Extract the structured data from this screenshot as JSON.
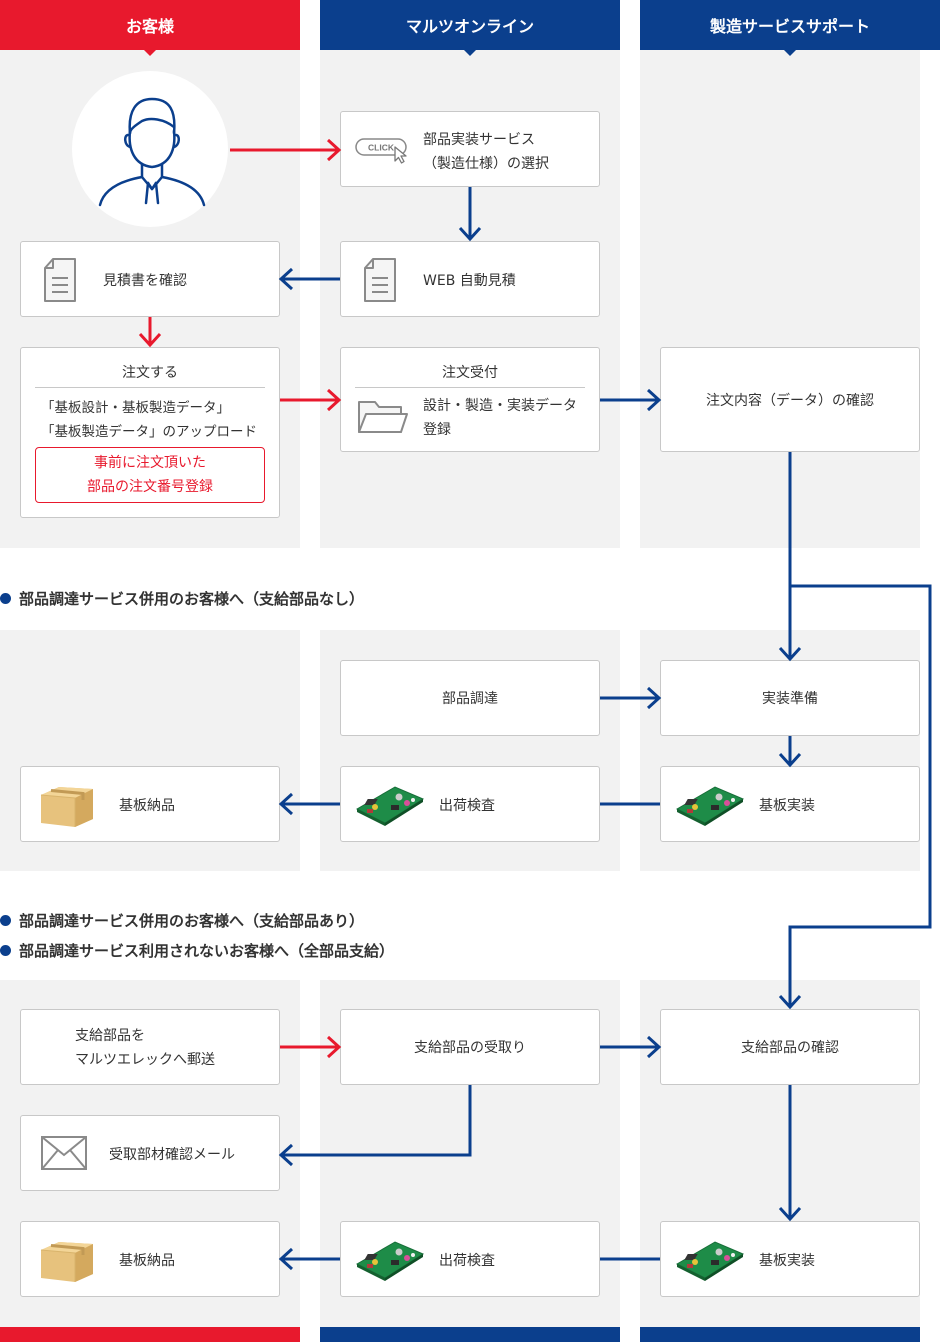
{
  "columns": {
    "customer": "お客様",
    "online": "マルツオンライン",
    "support": "製造サービスサポート"
  },
  "icons": {
    "click_badge": "CLICK"
  },
  "top": {
    "select_service_l1": "部品実装サービス",
    "select_service_l2": "（製造仕様）の選択",
    "web_quote": "WEB 自動見積",
    "check_quote": "見積書を確認",
    "order_title": "注文する",
    "order_l1": "「基板設計・基板製造データ」",
    "order_l2": "「基板製造データ」のアップロード",
    "order_note_l1": "事前に注文頂いた",
    "order_note_l2": "部品の注文番号登録",
    "order_receipt_title": "注文受付",
    "order_receipt_l1": "設計・製造・実装データ",
    "order_receipt_l2": "登録",
    "confirm_order": "注文内容（データ）の確認"
  },
  "section1": {
    "title": "部品調達サービス併用のお客様へ（支給部品なし）",
    "procurement": "部品調達",
    "prep": "実装準備",
    "delivery": "基板納品",
    "inspection": "出荷検査",
    "mounting": "基板実装"
  },
  "section2": {
    "title_a": "部品調達サービス併用のお客様へ（支給部品あり）",
    "title_b": "部品調達サービス利用されないお客様へ（全部品支給）",
    "send_parts_l1": "支給部品を",
    "send_parts_l2": "マルツエレックへ郵送",
    "receive_parts": "支給部品の受取り",
    "confirm_parts": "支給部品の確認",
    "receipt_mail": "受取部材確認メール",
    "delivery": "基板納品",
    "inspection": "出荷検査",
    "mounting": "基板実装"
  },
  "colors": {
    "red": "#e8192d",
    "blue": "#0b3f8d",
    "bg": "#f2f2f2"
  }
}
